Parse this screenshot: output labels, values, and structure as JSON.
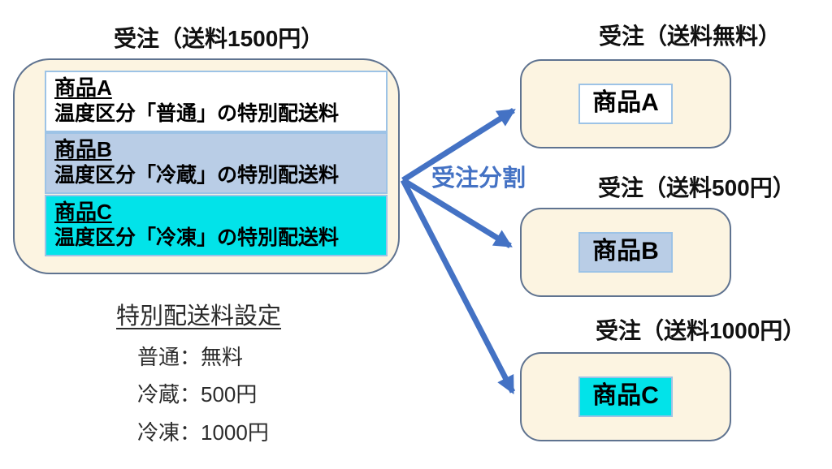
{
  "colors": {
    "accent_blue": "#4472C4",
    "cream_fill": "#FCF4E1",
    "box_border": "#5F7390",
    "light_blue_fill": "#B9CDE6",
    "cyan_fill": "#02E3E9",
    "inner_border": "#9DC3E6"
  },
  "source_order": {
    "title": "受注（送料1500円）",
    "items": [
      {
        "name": "商品A",
        "desc": "温度区分「普通」の特別配送料"
      },
      {
        "name": "商品B",
        "desc": "温度区分「冷蔵」の特別配送料"
      },
      {
        "name": "商品C",
        "desc": "温度区分「冷凍」の特別配送料"
      }
    ]
  },
  "fee_settings": {
    "title": "特別配送料設定",
    "rows": [
      "普通：無料",
      "冷蔵：500円",
      "冷凍：1000円"
    ]
  },
  "split_label": "受注分割",
  "split_orders": [
    {
      "title": "受注（送料無料）",
      "product": "商品A"
    },
    {
      "title": "受注（送料500円）",
      "product": "商品B"
    },
    {
      "title": "受注（送料1000円）",
      "product": "商品C"
    }
  ]
}
